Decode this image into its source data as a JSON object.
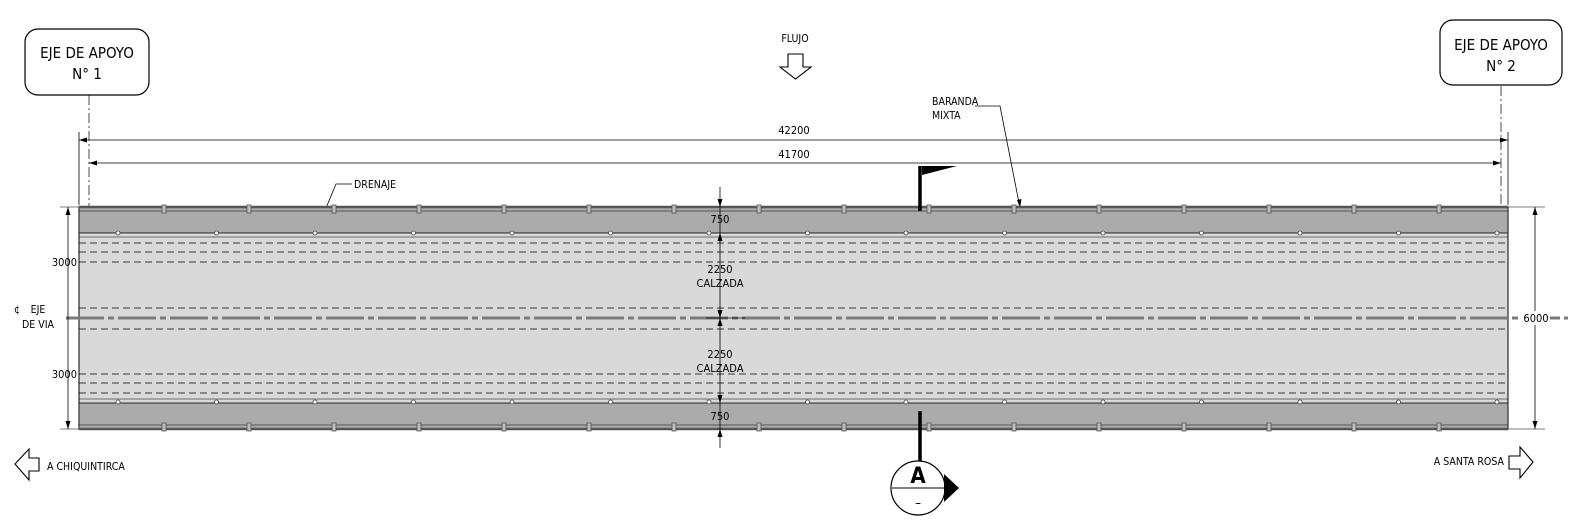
{
  "supports": {
    "left": {
      "line1": "EJE DE APOYO",
      "line2": "N° 1"
    },
    "right": {
      "line1": "EJE DE APOYO",
      "line2": "N° 2"
    }
  },
  "flow_label": "FLUJO",
  "railing_label": {
    "line1": "BARANDA",
    "line2": "MIXTA"
  },
  "drain_label": "DRENAJE",
  "dimensions": {
    "total_length": "42200",
    "span_length": "41700",
    "sidewalk_top": "750",
    "sidewalk_bottom": "750",
    "lane_top": {
      "value": "2250",
      "name": "CALZADA"
    },
    "lane_bottom": {
      "value": "2250",
      "name": "CALZADA"
    },
    "half_width_top": "3000",
    "half_width_bottom": "3000",
    "total_width": "6000"
  },
  "axis_label": {
    "symbol": "¢",
    "line1": "EJE",
    "line2": "DE VIA"
  },
  "directions": {
    "left": "A CHIQUINTIRCA",
    "right": "A SANTA ROSA"
  },
  "section_marker": {
    "letter": "A",
    "sub": "–"
  },
  "colors": {
    "deck": "#d9d9d9",
    "sidewalk": "#ababab",
    "centerline": "#7a7a7a",
    "line": "#000000"
  }
}
